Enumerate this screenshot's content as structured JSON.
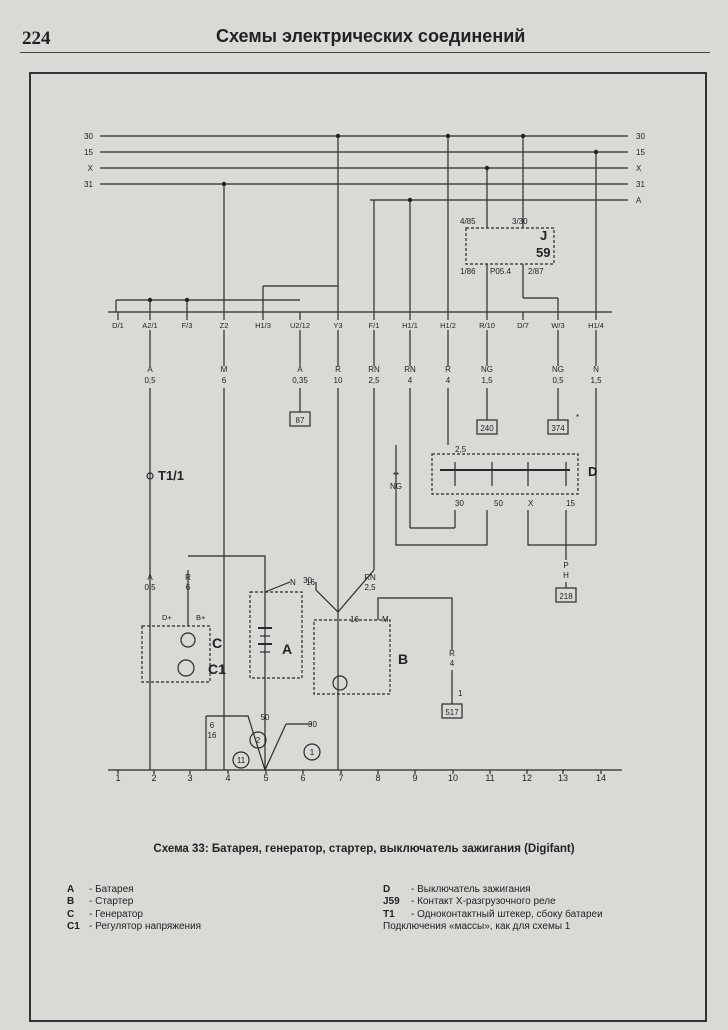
{
  "page": {
    "number": "224",
    "title": "Схемы электрических соединений"
  },
  "diagram": {
    "bus_labels_left": [
      "30",
      "15",
      "X",
      "31"
    ],
    "bus_labels_right": [
      "30",
      "15",
      "X",
      "31",
      "A"
    ],
    "connector_labels": [
      "D/1",
      "A2/1",
      "F/3",
      "Z2",
      "H1/3",
      "U2/12",
      "Y3",
      "F/1",
      "H1/1",
      "H1/2",
      "R/10",
      "D/7",
      "W/3",
      "H1/4"
    ],
    "wire_labels": [
      {
        "id": "w-a2",
        "color": "A",
        "size": "0,5"
      },
      {
        "id": "w-z2",
        "color": "M",
        "size": "6"
      },
      {
        "id": "w-u2",
        "color": "A",
        "size": "0,35"
      },
      {
        "id": "w-y3",
        "color": "R",
        "size": "10"
      },
      {
        "id": "w-f1",
        "color": "RN",
        "size": "2,5"
      },
      {
        "id": "w-h11",
        "color": "RN",
        "size": "4"
      },
      {
        "id": "w-h12",
        "color": "R",
        "size": "4"
      },
      {
        "id": "w-r10",
        "color": "NG",
        "size": "1,5"
      },
      {
        "id": "w-w3",
        "color": "NG",
        "size": "0,5"
      },
      {
        "id": "w-h14",
        "color": "N",
        "size": "1,5"
      }
    ],
    "refs": [
      "87",
      "240",
      "374",
      "218",
      "517"
    ],
    "relay": {
      "id": "J",
      "num": "59",
      "pin_tl": "4/85",
      "pin_tr": "3/30",
      "pin_bl": "1/86",
      "pin_bm": "P05.4",
      "pin_br": "2/87"
    },
    "connector_t1": "T1/1",
    "component_letters": {
      "a": "A",
      "b": "B",
      "c": "C",
      "c1": "C1",
      "d": "D"
    },
    "misc_labels": [
      "A",
      "0,5",
      "R",
      "6",
      "D+",
      "B+",
      "N",
      "16",
      "RN",
      "2,5",
      "30",
      "50",
      "16",
      "M",
      "6",
      "16",
      "R",
      "4",
      "**",
      "NG",
      "2,5",
      "30",
      "50",
      "X",
      "15",
      "P",
      "H",
      "1",
      "*"
    ],
    "ground_points": [
      "11",
      "2",
      "1"
    ],
    "bottom_numbers": [
      "1",
      "2",
      "3",
      "4",
      "5",
      "6",
      "7",
      "8",
      "9",
      "10",
      "11",
      "12",
      "13",
      "14"
    ]
  },
  "caption": "Схема 33: Батарея, генератор, стартер, выключатель зажигания (Digifant)",
  "legend_left": [
    {
      "key": "A",
      "text": "- Батарея"
    },
    {
      "key": "B",
      "text": "- Стартер"
    },
    {
      "key": "C",
      "text": "- Генератор"
    },
    {
      "key": "C1",
      "text": "- Регулятор напряжения"
    }
  ],
  "legend_right": [
    {
      "key": "D",
      "text": "- Выключатель зажигания"
    },
    {
      "key": "J59",
      "text": "- Контакт X-разгрузочного реле"
    },
    {
      "key": "T1",
      "text": "- Одноконтактный штекер, сбоку батареи"
    },
    {
      "key": "",
      "text": "Подключения «массы», как для схемы 1"
    }
  ]
}
